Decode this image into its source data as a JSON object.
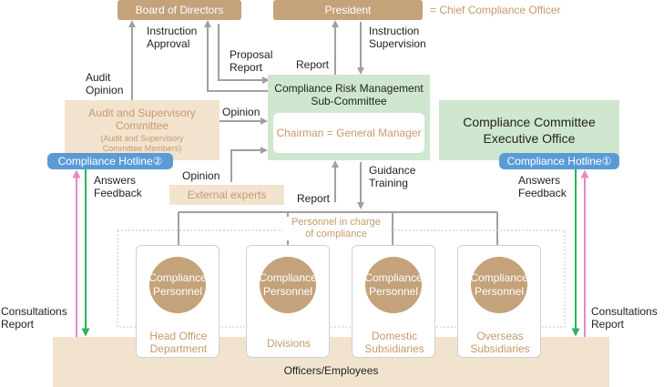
{
  "nodes": {
    "board": "Board of Directors",
    "president": "President",
    "cco": "= Chief Compliance Officer",
    "crm_title_1": "Compliance Risk Management",
    "crm_title_2": "Sub-Committee",
    "chairman": "Chairman = General Manager",
    "exec_office_1": "Compliance Committee",
    "exec_office_2": "Executive Office",
    "audit_1": "Audit and Supervisory",
    "audit_2": "Committee",
    "audit_3": "(Audit and Supervisory",
    "audit_4": "Committee Members)",
    "external": "External experts",
    "hotline2": "Compliance Hotline②",
    "hotline1": "Compliance Hotline①",
    "personnel_charge_1": "Personnel in charge",
    "personnel_charge_2": "of compliance",
    "officers": "Officers/Employees"
  },
  "units": [
    {
      "circle_1": "Compliance",
      "circle_2": "Personnel",
      "label_1": "Head Office",
      "label_2": "Department"
    },
    {
      "circle_1": "Compliance",
      "circle_2": "Personnel",
      "label_1": "Divisions",
      "label_2": ""
    },
    {
      "circle_1": "Compliance",
      "circle_2": "Personnel",
      "label_1": "Domestic",
      "label_2": "Subsidiaries"
    },
    {
      "circle_1": "Compliance",
      "circle_2": "Personnel",
      "label_1": "Overseas",
      "label_2": "Subsidiaries"
    }
  ],
  "labels": {
    "instruction_approval_1": "Instruction",
    "instruction_approval_2": "Approval",
    "proposal_report_1": "Proposal",
    "proposal_report_2": "Report",
    "report_top": "Report",
    "instruction_supervision_1": "Instruction",
    "instruction_supervision_2": "Supervision",
    "audit_opinion_1": "Audit",
    "audit_opinion_2": "Opinion",
    "opinion_audit": "Opinion",
    "opinion_external": "Opinion",
    "guidance_training_1": "Guidance",
    "guidance_training_2": "Training",
    "report_mid": "Report",
    "answers_left_1": "Answers",
    "answers_left_2": "Feedback",
    "answers_right_1": "Answers",
    "answers_right_2": "Feedback",
    "consult_left_1": "Consultations",
    "consult_left_2": "Report",
    "consult_right_1": "Consultations",
    "consult_right_2": "Report"
  },
  "colors": {
    "brown": "#c4a27a",
    "beige": "#f2e3cf",
    "green": "#cfe7cf",
    "blue": "#5a9bd6",
    "gray_arrow": "#a0a0a0",
    "pink_arrow": "#e58bbf",
    "green_arrow": "#2bb35a"
  }
}
